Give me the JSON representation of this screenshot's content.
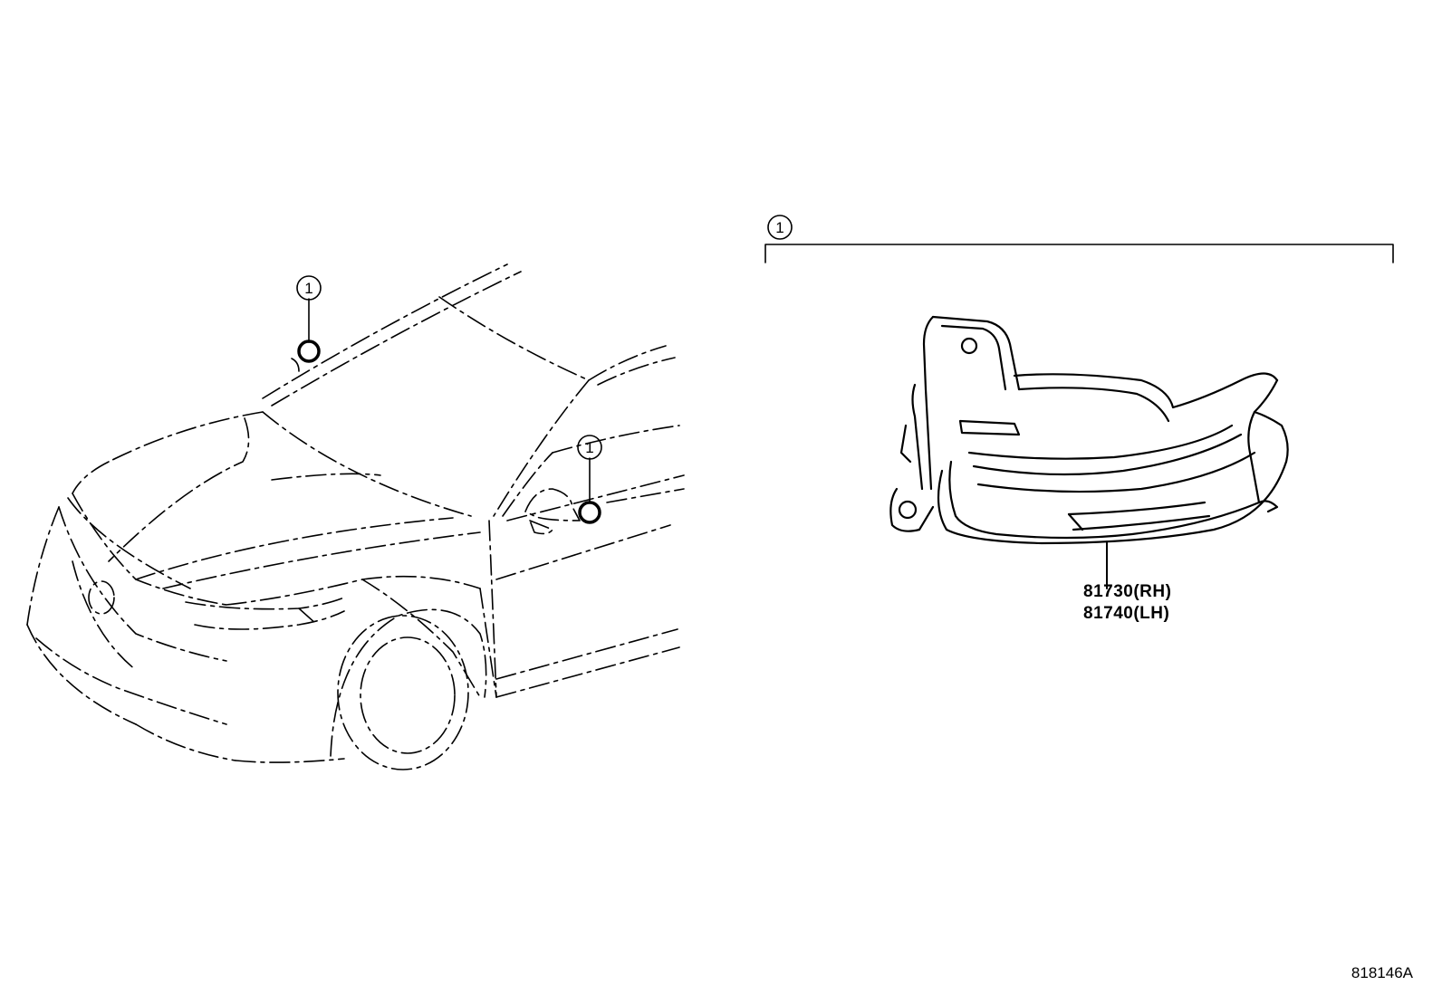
{
  "diagram": {
    "callouts": [
      {
        "id": "callout-roof",
        "label": "1"
      },
      {
        "id": "callout-mirror",
        "label": "1"
      },
      {
        "id": "callout-bracket",
        "label": "1"
      }
    ],
    "part": {
      "rh": "81730(RH)",
      "lh": "81740(LH)"
    },
    "figure_code": "818146A"
  }
}
